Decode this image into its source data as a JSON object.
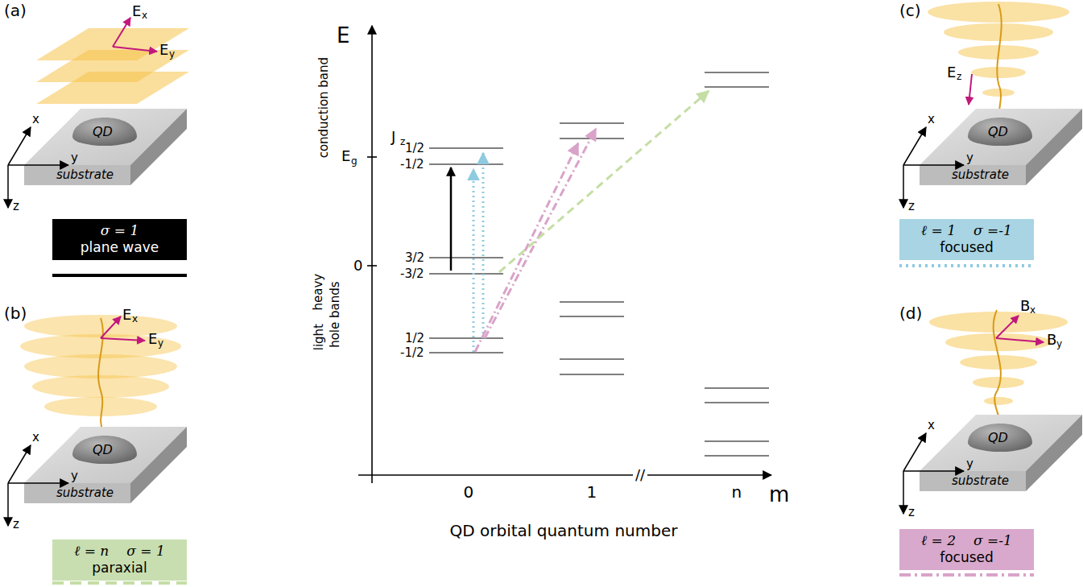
{
  "diagram": {
    "nodes": [
      {
        "text": [
          "σ = 1",
          "plane wave"
        ]
      },
      {
        "text": [
          "ℓ = n",
          "σ = 1",
          "paraxial"
        ]
      },
      {
        "text": [
          "ℓ = 1",
          "σ =-1",
          "focused"
        ]
      },
      {
        "text": [
          "ℓ = 2",
          "σ =-1",
          "focused"
        ]
      }
    ],
    "edges": [],
    "labels": [
      "(a)",
      "E",
      "x",
      "E",
      "y",
      "QD",
      "substrate",
      "x",
      "y",
      "z",
      "(b)",
      "E",
      "x",
      "E",
      "y",
      "QD",
      "substrate",
      "x",
      "y",
      "z",
      "(c)",
      "E",
      "z",
      "QD",
      "substrate",
      "x",
      "y",
      "z",
      "(d)",
      "B",
      "x",
      "B",
      "y",
      "QD",
      "substrate",
      "x",
      "y",
      "z",
      "E",
      "conduction band",
      "heavy",
      "light",
      "hole bands",
      "J",
      "z",
      "1/2",
      "-1/2",
      "E",
      "g",
      "0",
      "3/2",
      "-3/2",
      "1/2",
      "-1/2",
      "m",
      "0",
      "1",
      "//",
      "n",
      "QD orbital quantum number"
    ]
  }
}
